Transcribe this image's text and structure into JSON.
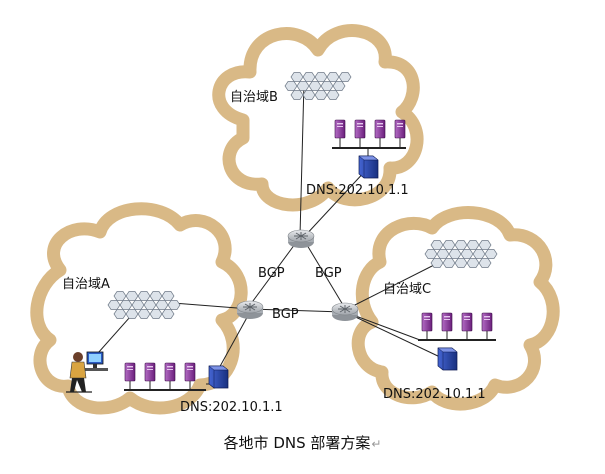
{
  "labels": {
    "domain_a": "自治域A",
    "domain_b": "自治域B",
    "domain_c": "自治域C",
    "bgp_top_left": "BGP",
    "bgp_top_right": "BGP",
    "bgp_bottom": "BGP",
    "dns_a": "DNS:202.10.1.1",
    "dns_b": "DNS:202.10.1.1",
    "dns_c": "DNS:202.10.1.1"
  },
  "caption": {
    "text": "各地市 DNS 部署方案",
    "return_mark": "↵"
  },
  "colors": {
    "cloud_border": "#d9b986",
    "server": "#8a2f9c",
    "dns_server": "#1f3fa8",
    "router": "#b8bcc2",
    "mesh": "#cdd5df",
    "link": "#222222"
  }
}
